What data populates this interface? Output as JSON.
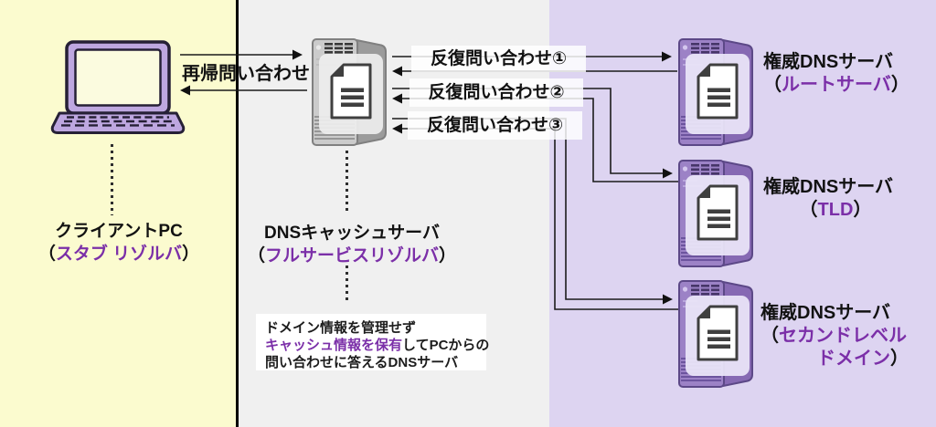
{
  "client": {
    "label": "クライアントPC",
    "sub_open": "（",
    "sub_text": "スタブ リゾルバ",
    "sub_close": "）",
    "icon": "laptop-icon"
  },
  "cache_server": {
    "label": "DNSキャッシュサーバ",
    "sub_open": "（",
    "sub_text": "フルサービスリゾルバ",
    "sub_close": "）",
    "icon": "server-icon",
    "note_line1": "ドメイン情報を管理せず",
    "note_line2_highlight": "キャッシュ情報を保有",
    "note_line2_rest": "してPCからの",
    "note_line3": "問い合わせに答えるDNSサーバ"
  },
  "arrows": {
    "recursive_label": "再帰問い合わせ",
    "iterative_labels": [
      "反復問い合わせ①",
      "反復問い合わせ②",
      "反復問い合わせ③"
    ]
  },
  "auth_servers": {
    "root": {
      "label": "権威DNSサーバ",
      "sub_open": "（",
      "sub_text": "ルートサーバ",
      "sub_close": "）"
    },
    "tld": {
      "label": "権威DNSサーバ",
      "sub_open": "（",
      "sub_text": "TLD",
      "sub_close": "）"
    },
    "sld": {
      "label": "権威DNSサーバ",
      "sub_open": "（",
      "sub_line1": "セカンドレベル",
      "sub_line2": "ドメイン",
      "sub_close": "）"
    }
  },
  "colors": {
    "client_zone_bg": "#FBFBCF",
    "cache_zone_bg": "#F0F0F0",
    "auth_zone_bg": "#DDD4F1",
    "zone_divider": "#000000",
    "accent_purple_text": "#7B2FA8",
    "server_purple": "#9C82C6",
    "server_gray": "#CBCBCB",
    "note_bg": "#FFFFFF",
    "line_color": "#1b1b1b"
  }
}
